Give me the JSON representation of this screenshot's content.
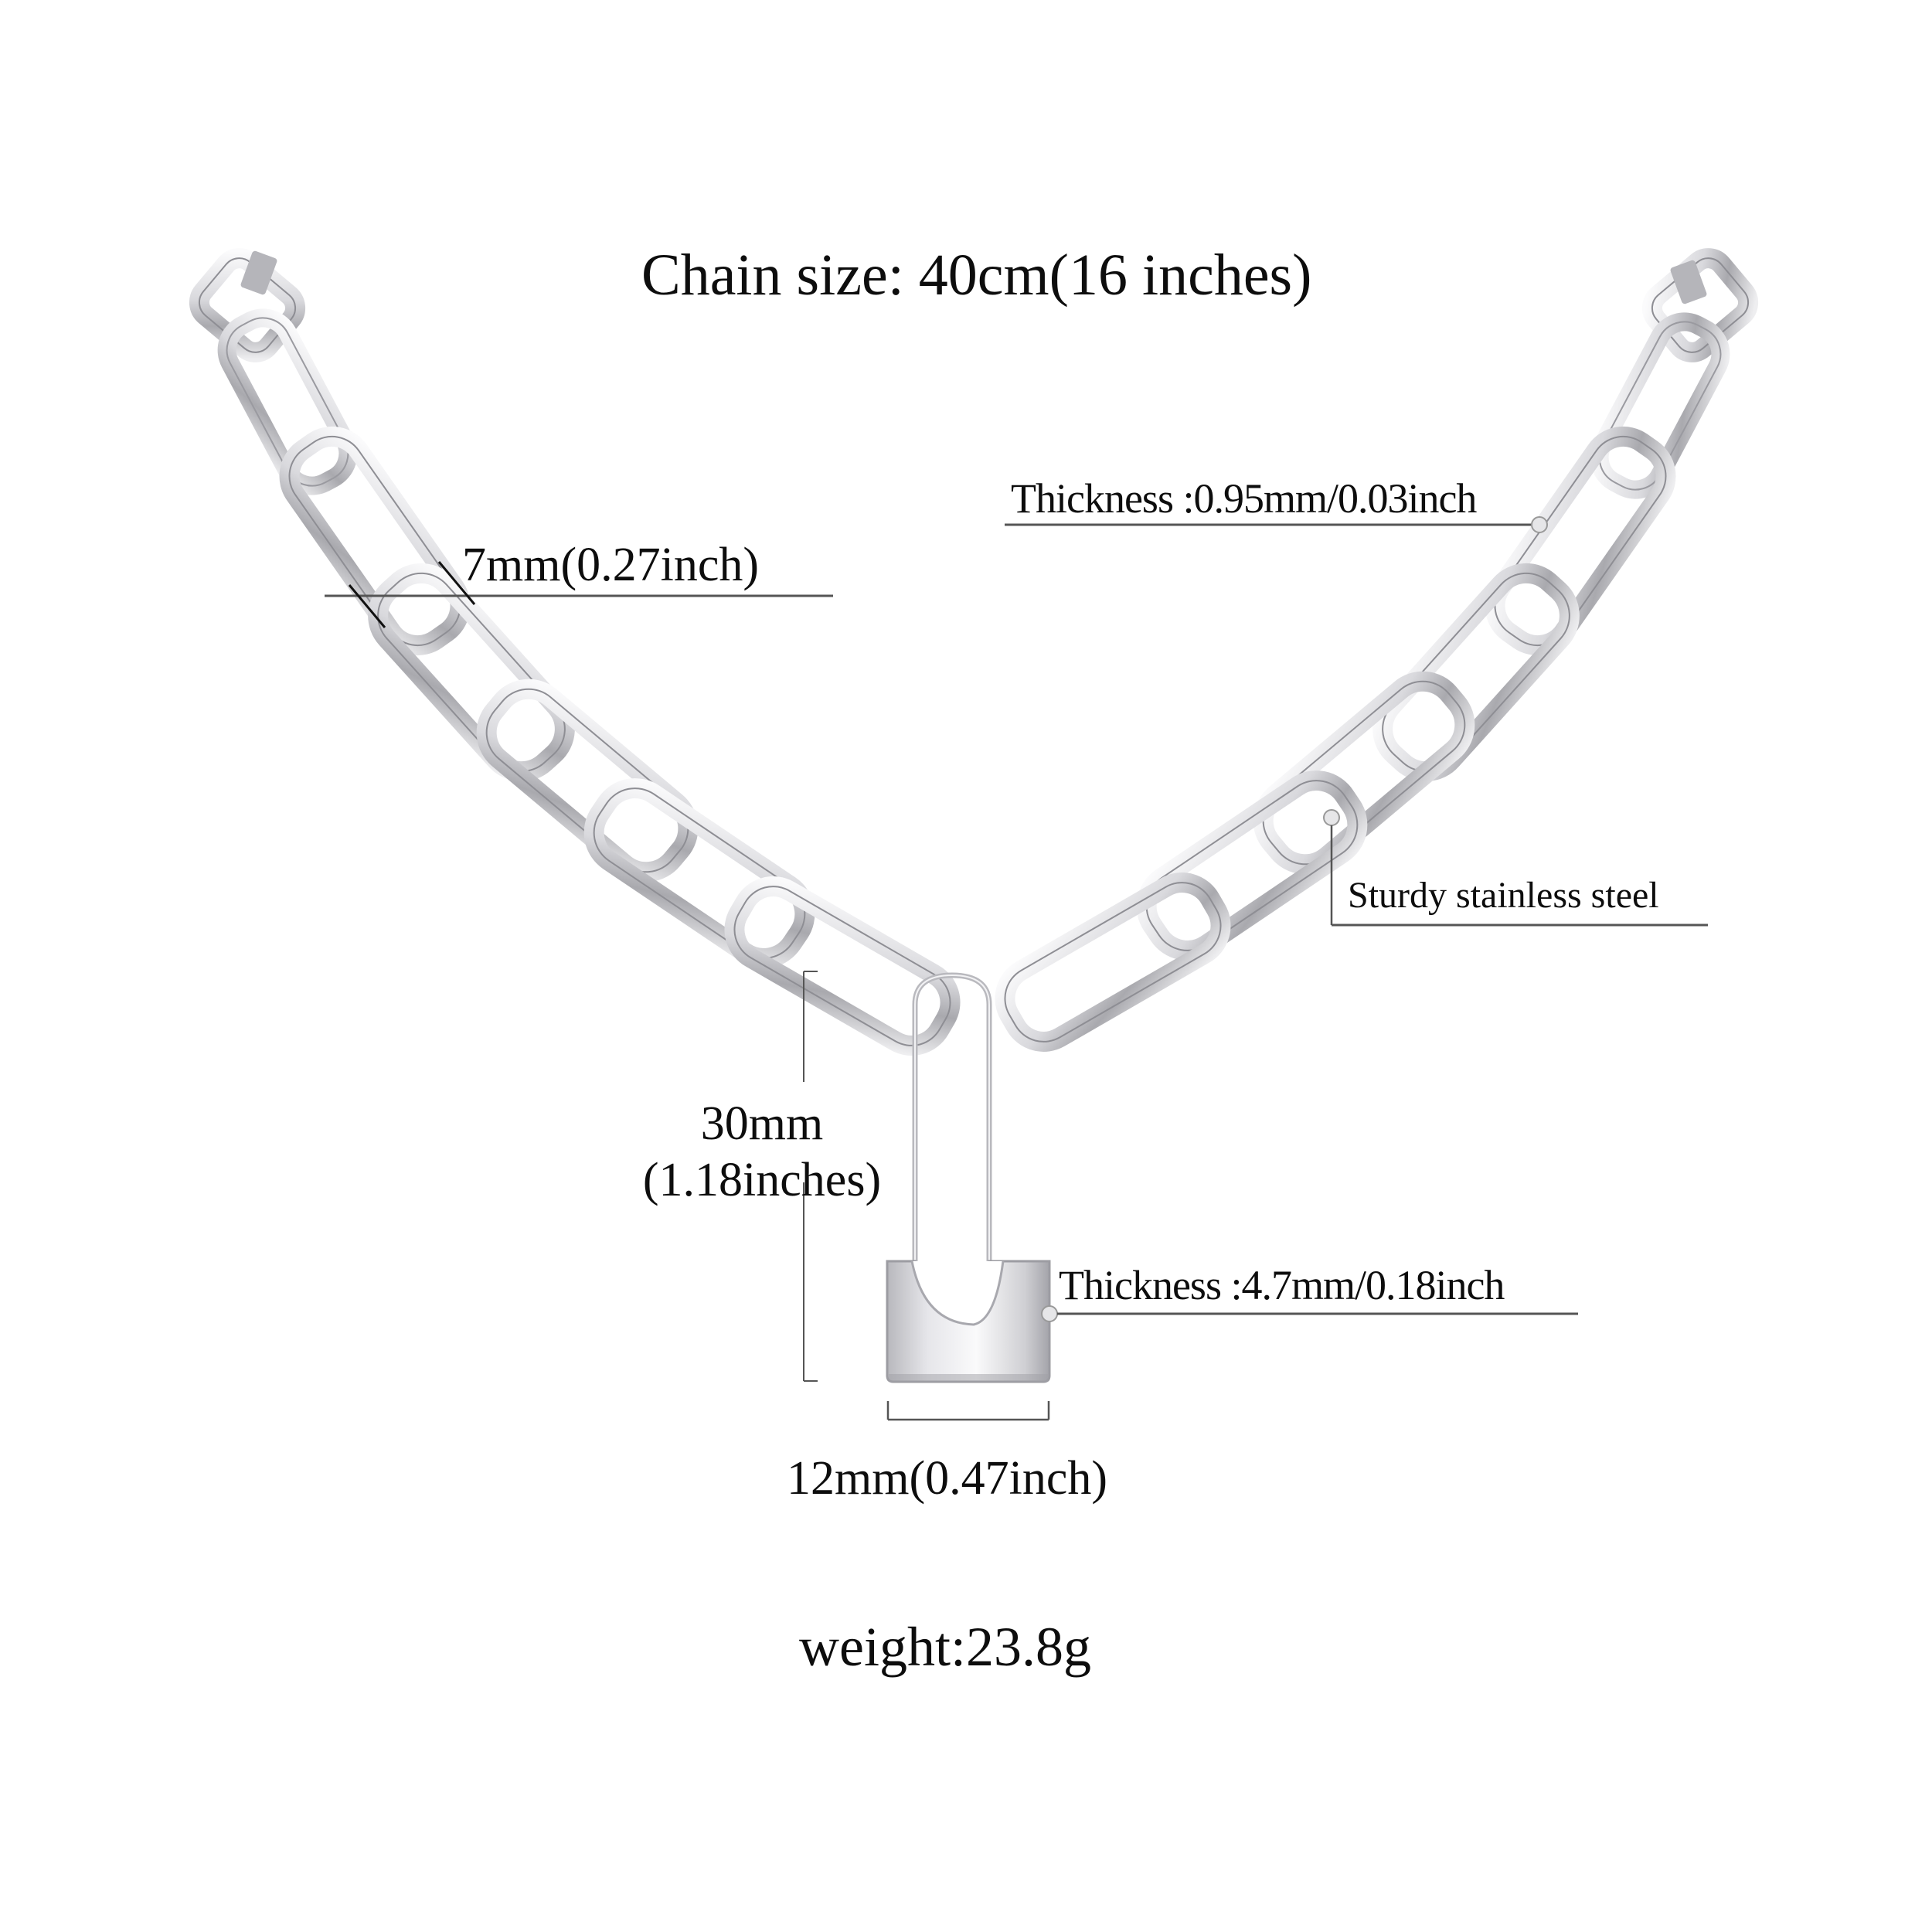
{
  "title": "Chain size: 40cm(16 inches)",
  "annotations": {
    "chain_width": "7mm(0.27inch)",
    "chain_thickness": "Thickness :0.95mm/0.03inch",
    "material": "Sturdy stainless steel",
    "pendant_height_mm": "30mm",
    "pendant_height_in": "(1.18inches)",
    "pendant_thickness": "Thickness :4.7mm/0.18inch",
    "pendant_width": "12mm(0.47inch)",
    "weight": "weight:23.8g"
  },
  "product": {
    "type": "paperclip chain necklace with padlock pendant",
    "metal_color": "#c8c8cc",
    "highlight_color": "#f4f4f6",
    "shadow_color": "#8e8e94"
  }
}
